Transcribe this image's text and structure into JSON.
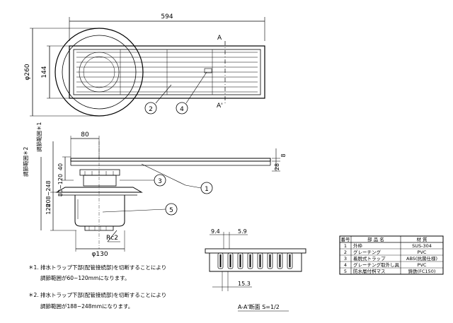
{
  "plan": {
    "width_dim": "594",
    "dia_dim": "φ260",
    "height_dim": "144",
    "section_a": "A",
    "section_a2": "A'",
    "balloon_2": "2",
    "balloon_4": "4"
  },
  "side": {
    "adj_range_1": "調節範囲＊1",
    "adj_range_2": "調節範囲＊2",
    "dim_80": "80",
    "dim_40": "40",
    "dim_80_120": "80~120",
    "dim_208_248": "208~248",
    "dim_128": "128",
    "dim_8": "8",
    "dim_28": "28",
    "rc2": "Rc2",
    "dia_130": "φ130",
    "balloon_1": "1",
    "balloon_3": "3",
    "balloon_5": "5"
  },
  "section": {
    "dim_9_4": "9.4",
    "dim_5_9": "5.9",
    "dim_15_3": "15.3",
    "caption": "A-A'断面 S=1/2"
  },
  "notes": [
    {
      "mark": "＊1.",
      "line1": "排水トラップ下部(配管接続部)を切断することにより",
      "line2": "調節範囲が60~120mmになります。"
    },
    {
      "mark": "＊2.",
      "line1": "排水トラップ下部(配管接続部)を切断することにより",
      "line2": "調節範囲が188~248mmになります。"
    }
  ],
  "parts_table": {
    "headers": [
      "番号",
      "部 品 名",
      "材 質"
    ],
    "rows": [
      [
        "1",
        "外枠",
        "SUS-304"
      ],
      [
        "2",
        "グレーチング",
        "PVC"
      ],
      [
        "3",
        "着脱式トラップ",
        "ABS(抗菌仕様)"
      ],
      [
        "4",
        "グレーチング取外し具",
        "PVC"
      ],
      [
        "5",
        "防水層付桝マス",
        "鋳鉄(FC150)"
      ]
    ]
  }
}
